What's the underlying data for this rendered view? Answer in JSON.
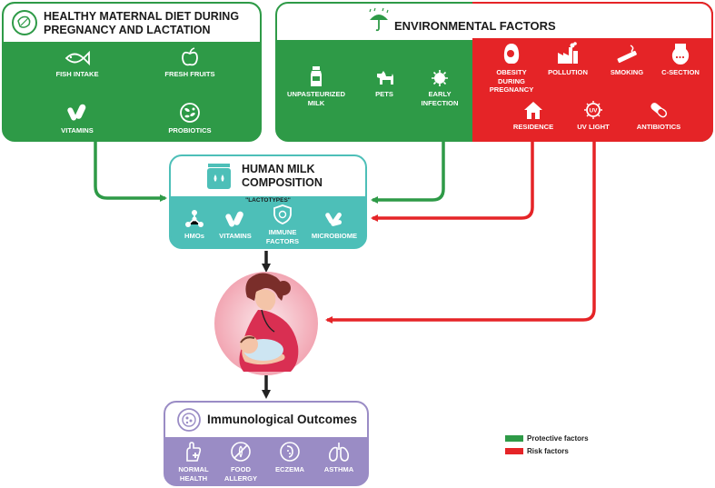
{
  "diet": {
    "title_line1": "HEALTHY MATERNAL DIET DURING",
    "title_line2": "PREGNANCY AND LACTATION",
    "items": [
      {
        "label": "FISH INTAKE",
        "icon": "fish-icon"
      },
      {
        "label": "FRESH FRUITS",
        "icon": "fruit-icon"
      },
      {
        "label": "VITAMINS",
        "icon": "pills-icon"
      },
      {
        "label": "PROBIOTICS",
        "icon": "probiotics-icon"
      }
    ]
  },
  "environment": {
    "title": "ENVIRONMENTAL FACTORS",
    "protective": [
      {
        "line1": "UNPASTEURIZED",
        "line2": "MILK",
        "icon": "milk-bottle-icon"
      },
      {
        "line1": "PETS",
        "line2": "",
        "icon": "dog-icon"
      },
      {
        "line1": "EARLY",
        "line2": "INFECTION",
        "icon": "virus-icon"
      }
    ],
    "risk": [
      {
        "line1": "OBESITY",
        "line2": "DURING",
        "line3": "PREGNANCY",
        "icon": "obesity-icon"
      },
      {
        "line1": "POLLUTION",
        "icon": "factory-icon"
      },
      {
        "line1": "SMOKING",
        "icon": "cigarette-icon"
      },
      {
        "line1": "C-SECTION",
        "icon": "pregnancy-icon"
      },
      {
        "line1": "RESIDENCE",
        "icon": "house-icon"
      },
      {
        "line1": "UV LIGHT",
        "icon": "sun-uv-icon",
        "badge": "UV"
      },
      {
        "line1": "ANTIBIOTICS",
        "icon": "capsule-icon"
      }
    ]
  },
  "milk": {
    "title_line1": "HUMAN MILK",
    "title_line2": "COMPOSITION",
    "subtitle": "\"LACTOTYPES\"",
    "items": [
      {
        "line1": "HMOs",
        "line2": "",
        "icon": "molecule-icon"
      },
      {
        "line1": "VITAMINS",
        "line2": "",
        "icon": "pills-icon"
      },
      {
        "line1": "IMMUNE",
        "line2": "FACTORS",
        "icon": "shield-icon"
      },
      {
        "line1": "MICROBIOME",
        "line2": "",
        "icon": "bacteria-icon"
      }
    ]
  },
  "outcomes": {
    "title": "Immunological Outcomes",
    "items": [
      {
        "line1": "NORMAL",
        "line2": "HEALTH",
        "icon": "hand-health-icon"
      },
      {
        "line1": "FOOD",
        "line2": "ALLERGY",
        "icon": "food-allergy-icon"
      },
      {
        "line1": "ECZEMA",
        "line2": "",
        "icon": "eczema-icon"
      },
      {
        "line1": "ASTHMA",
        "line2": "",
        "icon": "lungs-icon"
      }
    ]
  },
  "legend": {
    "protective_label": "Protective factors",
    "risk_label": "Risk factors"
  },
  "colors": {
    "protective": "#2e9a47",
    "risk": "#e52427",
    "milk": "#4dbfb8",
    "outcomes": "#9a8cc5",
    "mother_dress": "#d92f52"
  }
}
